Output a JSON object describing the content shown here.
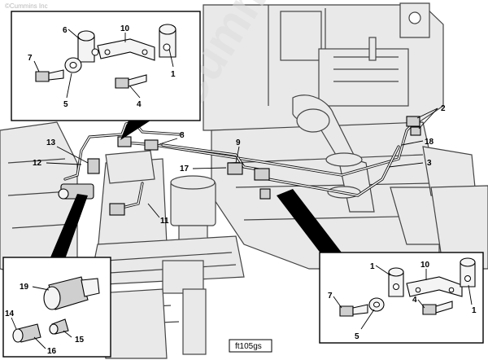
{
  "watermark": "©Cummins Inc",
  "brand_watermark": "Cummins",
  "figure_ref": "ft105gs",
  "callouts": {
    "main_2": "2",
    "main_3": "3",
    "main_8": "8",
    "main_9": "9",
    "main_11": "11",
    "main_12": "12",
    "main_13": "13",
    "main_17": "17",
    "main_18": "18",
    "tl_6": "6",
    "tl_10": "10",
    "tl_7": "7",
    "tl_5": "5",
    "tl_4": "4",
    "tl_1": "1",
    "br_1": "1",
    "br_10": "10",
    "br_7": "7",
    "br_4": "4",
    "br_5": "5",
    "br_1b": "1",
    "bl_19": "19",
    "bl_14": "14",
    "bl_15": "15",
    "bl_16": "16"
  }
}
